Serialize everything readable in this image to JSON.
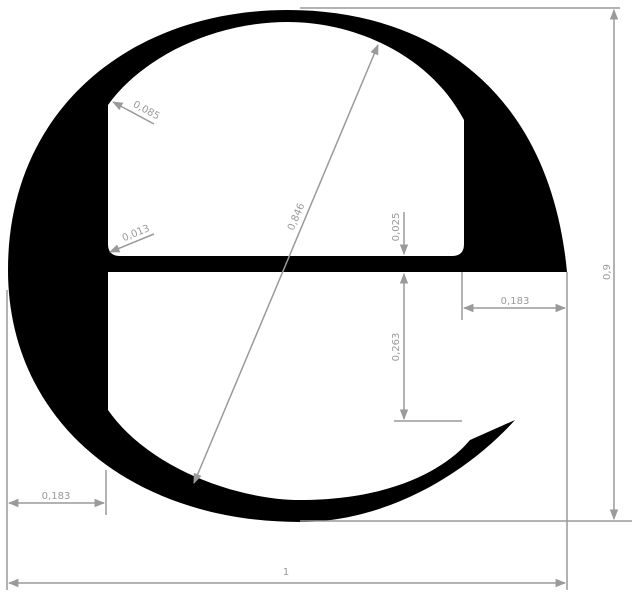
{
  "colors": {
    "glyph": "#000000",
    "dimension": "#9a9a9a",
    "background": "#ffffff"
  },
  "labels": {
    "inner_corner_radius": "0,085",
    "bar_corner_radius": "0,013",
    "diagonal": "0,846",
    "bar_thickness": "0,025",
    "gap_height": "0,263",
    "right_offset": "0,183",
    "left_stem": "0,183",
    "total_width": "1",
    "total_height": "0,9"
  }
}
